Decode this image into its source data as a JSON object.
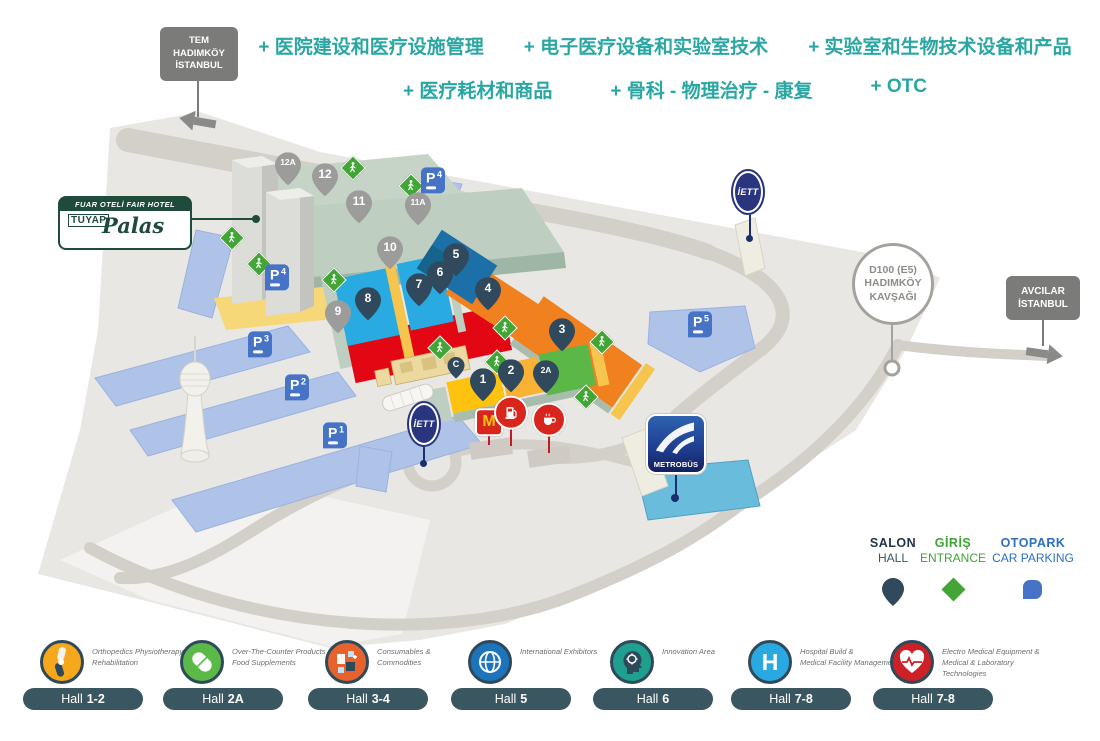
{
  "header": {
    "color": "#2AA6A3",
    "line1": [
      "+ 医院建设和医疗设施管理",
      "+ 电子医疗设备和实验室技术",
      "+ 实验室和生物技术设备和产品"
    ],
    "line2": [
      "+ 医疗耗材和商品",
      "+ 骨科 - 物理治疗 - 康复",
      "+ OTC"
    ]
  },
  "signs": {
    "tem": {
      "lines": [
        "TEM",
        "HADIMKÖY",
        "İSTANBUL"
      ]
    },
    "d100": {
      "lines": [
        "D100 (E5)",
        "HADIMKÖY",
        "KAVŞAĞI"
      ]
    },
    "avcilar": {
      "lines": [
        "AVCILAR",
        "İSTANBUL"
      ]
    },
    "fair_hotel": {
      "band": "FUAR OTELİ FAIR HOTEL",
      "brand": "TÜYAP",
      "script": "Palas"
    },
    "metrobus": {
      "label": "METROBÜS"
    },
    "iett": {
      "label": "İETT"
    }
  },
  "map": {
    "pins": [
      {
        "label": "1"
      },
      {
        "label": "2"
      },
      {
        "label": "2A"
      },
      {
        "label": "3"
      },
      {
        "label": "4"
      },
      {
        "label": "5"
      },
      {
        "label": "6"
      },
      {
        "label": "7"
      },
      {
        "label": "8"
      },
      {
        "label": "C"
      },
      {
        "label": "9"
      },
      {
        "label": "10"
      },
      {
        "label": "11"
      },
      {
        "label": "11A"
      },
      {
        "label": "12"
      },
      {
        "label": "12A"
      }
    ],
    "parking_letter": "P",
    "parking": [
      {
        "num": "3"
      },
      {
        "num": "2"
      },
      {
        "num": "1"
      },
      {
        "num": "4"
      },
      {
        "num": "4"
      },
      {
        "num": "5"
      }
    ]
  },
  "legend_map": {
    "hall_tr": "SALON",
    "hall_en": "HALL",
    "entrance_tr": "GİRİŞ",
    "entrance_en": "ENTRANCE",
    "parking_tr": "OTOPARK",
    "parking_en": "CAR PARKING"
  },
  "legend_halls": {
    "items": [
      {
        "title1": "Orthopedics Physiotherapy",
        "title2": "Rehabilitation",
        "hall_prefix": "Hall",
        "hall_num": "1-2",
        "color": "#F5A81C"
      },
      {
        "title1": "Over-The-Counter Products",
        "title2": "Food Supplements",
        "hall_prefix": "Hall",
        "hall_num": "2A",
        "color": "#5BBA47"
      },
      {
        "title1": "Consumables &",
        "title2": "Commodities",
        "hall_prefix": "Hall",
        "hall_num": "3-4",
        "color": "#E8622D"
      },
      {
        "title1": "International Exhibitors",
        "title2": "",
        "hall_prefix": "Hall",
        "hall_num": "5",
        "color": "#1C75BC"
      },
      {
        "title1": "Innovation Area",
        "title2": "",
        "hall_prefix": "Hall",
        "hall_num": "6",
        "color": "#1FA08E",
        "icon_letter": ""
      },
      {
        "title1": "Hospital Build &",
        "title2": "Medical Facility Management",
        "hall_prefix": "Hall",
        "hall_num": "7-8",
        "color": "#29A9E0",
        "icon_letter": "H"
      },
      {
        "title1": "Electro Medical Equipment &",
        "title2": "Medical & Laboratory Technologies",
        "hall_prefix": "Hall",
        "hall_num": "7-8",
        "color": "#CE2027"
      }
    ]
  },
  "colors": {
    "header_teal": "#2AA6A3",
    "hall_cyan": "#29ABE2",
    "hall_red": "#E30613",
    "hall_dark_blue": "#1D6FA8",
    "hall_orange": "#F1801F",
    "hall_yellow": "#FFC20E",
    "hall_yellow2": "#F9B233",
    "hall_green": "#5BB746",
    "hall_sage": "#BECFC2",
    "pin_navy": "#31495C",
    "pin_gray": "#9C9C9B",
    "entrance_green": "#43A536",
    "parking_blue": "#4673C5",
    "parking_lot": "#AFC3E9",
    "road": "#D3CFC9",
    "ground": "#E9E7E4",
    "legend_bar": "#3A5661",
    "metrobus_platform": "#6ABCDC"
  }
}
